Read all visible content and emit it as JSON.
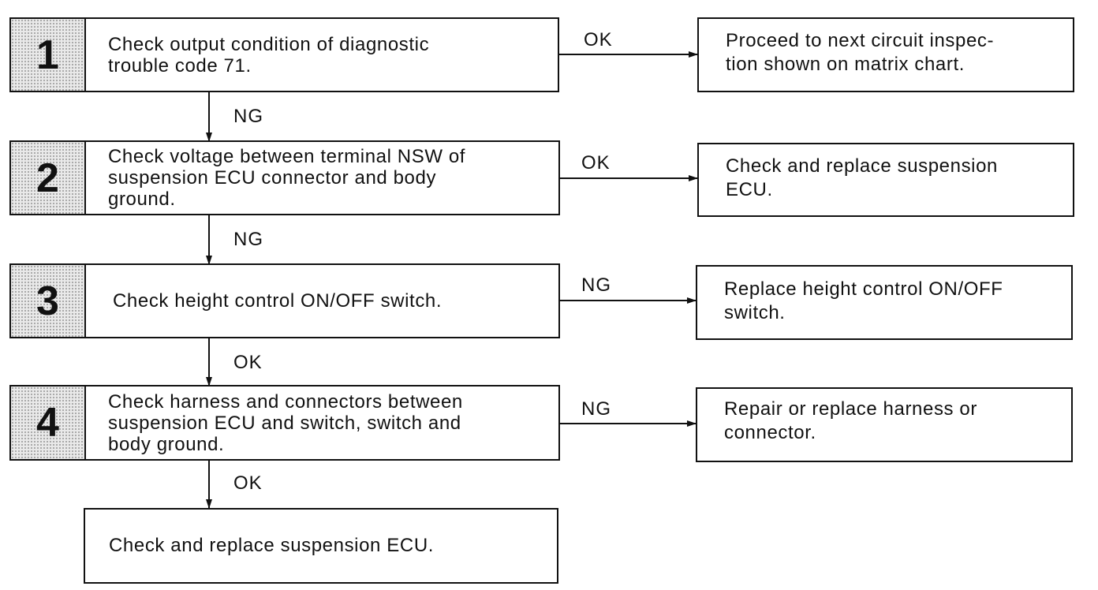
{
  "steps": [
    {
      "number": "1",
      "text": "Check output condition of diagnostic\ntrouble code 71."
    },
    {
      "number": "2",
      "text": "Check voltage between terminal NSW of\nsuspension ECU connector and body\nground."
    },
    {
      "number": "3",
      "text": "Check height control ON/OFF switch."
    },
    {
      "number": "4",
      "text": "Check harness and connectors between\nsuspension ECU and switch, switch and\nbody ground."
    }
  ],
  "results": [
    {
      "condition": "OK",
      "text": "Proceed to next circuit inspec-\ntion shown on matrix chart."
    },
    {
      "condition": "OK",
      "text": "Check and replace suspension\nECU."
    },
    {
      "condition": "NG",
      "text": "Replace height control ON/OFF\nswitch."
    },
    {
      "condition": "NG",
      "text": "Repair or replace harness or\nconnector."
    }
  ],
  "down_labels": [
    "NG",
    "NG",
    "OK",
    "OK"
  ],
  "final_box": {
    "text": "Check and replace suspension ECU."
  }
}
